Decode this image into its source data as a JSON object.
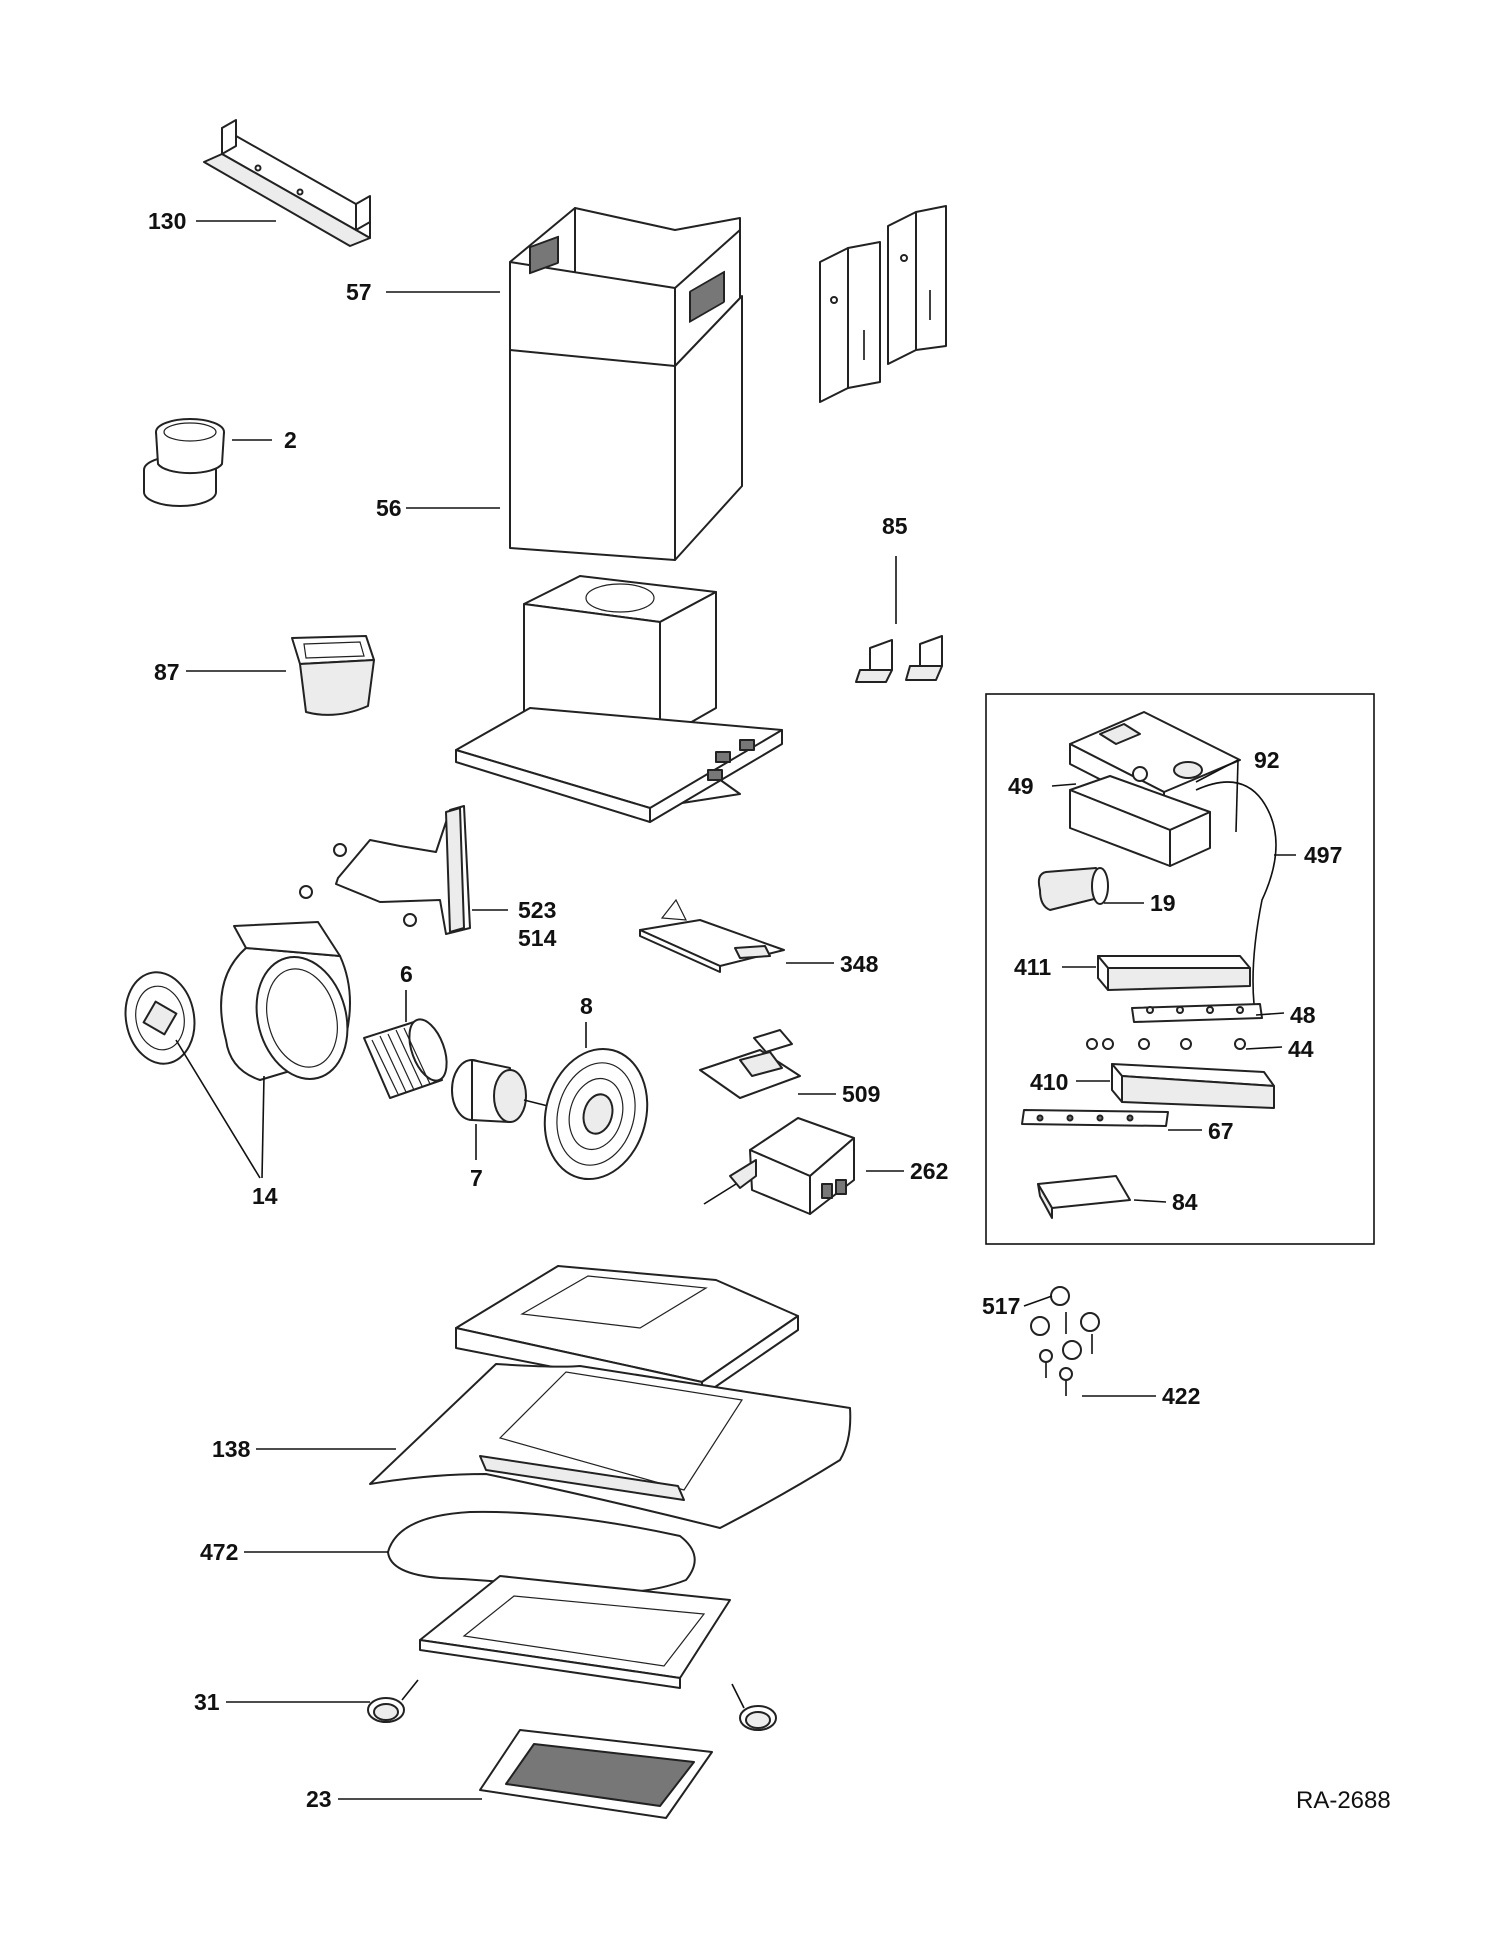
{
  "diagram": {
    "drawing_code": "RA-2688",
    "callouts": [
      {
        "id": "130",
        "text": "130"
      },
      {
        "id": "57",
        "text": "57"
      },
      {
        "id": "2",
        "text": "2"
      },
      {
        "id": "56",
        "text": "56"
      },
      {
        "id": "85",
        "text": "85"
      },
      {
        "id": "87",
        "text": "87"
      },
      {
        "id": "92",
        "text": "92"
      },
      {
        "id": "49",
        "text": "49"
      },
      {
        "id": "497",
        "text": "497"
      },
      {
        "id": "19",
        "text": "19"
      },
      {
        "id": "411",
        "text": "411"
      },
      {
        "id": "48",
        "text": "48"
      },
      {
        "id": "44",
        "text": "44"
      },
      {
        "id": "410",
        "text": "410"
      },
      {
        "id": "67",
        "text": "67"
      },
      {
        "id": "84",
        "text": "84"
      },
      {
        "id": "523",
        "text": "523"
      },
      {
        "id": "514",
        "text": "514"
      },
      {
        "id": "348",
        "text": "348"
      },
      {
        "id": "6",
        "text": "6"
      },
      {
        "id": "8",
        "text": "8"
      },
      {
        "id": "509",
        "text": "509"
      },
      {
        "id": "262",
        "text": "262"
      },
      {
        "id": "7",
        "text": "7"
      },
      {
        "id": "14",
        "text": "14"
      },
      {
        "id": "517",
        "text": "517"
      },
      {
        "id": "422",
        "text": "422"
      },
      {
        "id": "138",
        "text": "138"
      },
      {
        "id": "472",
        "text": "472"
      },
      {
        "id": "31",
        "text": "31"
      },
      {
        "id": "23",
        "text": "23"
      }
    ]
  }
}
